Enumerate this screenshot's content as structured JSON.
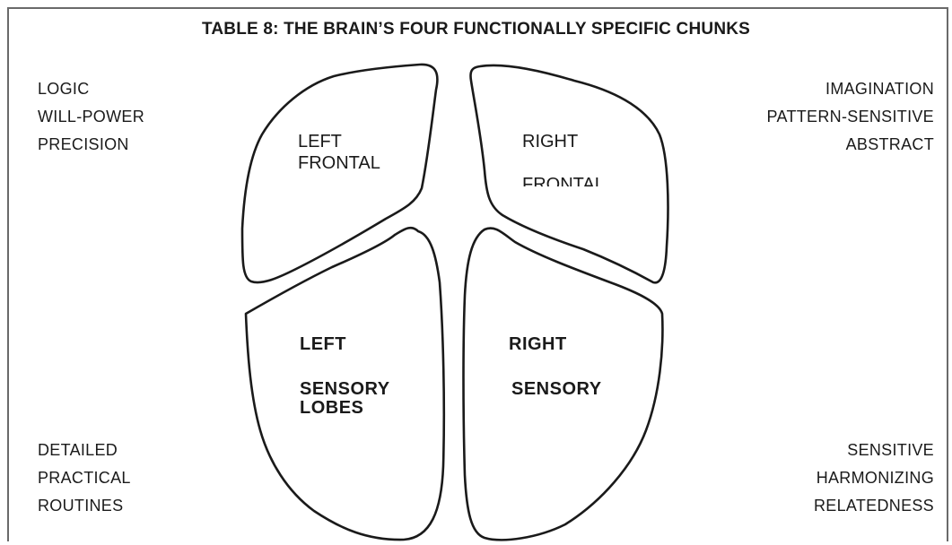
{
  "title": "TABLE 8:  THE BRAIN’S FOUR FUNCTIONALLY SPECIFIC CHUNKS",
  "top_left": [
    "LOGIC",
    "WILL-POWER",
    "PRECISION"
  ],
  "top_right": [
    "IMAGINATION",
    "PATTERN-SENSITIVE",
    "ABSTRACT"
  ],
  "bottom_left": [
    "DETAILED",
    "PRACTICAL",
    "ROUTINES"
  ],
  "bottom_right": [
    "SENSITIVE",
    "HARMONIZING",
    "RELATEDNESS"
  ],
  "lobes": {
    "left_frontal": [
      "LEFT",
      "FRONTAL"
    ],
    "right_frontal": [
      "RIGHT",
      "FRONTAL"
    ],
    "left_sensory": [
      "LEFT",
      "SENSORY",
      "LOBES"
    ],
    "right_sensory": [
      "RIGHT",
      "SENSORY"
    ]
  },
  "colors": {
    "outline": "#1a1a1a",
    "border": "#6a6a6a",
    "background": "#ffffff"
  }
}
